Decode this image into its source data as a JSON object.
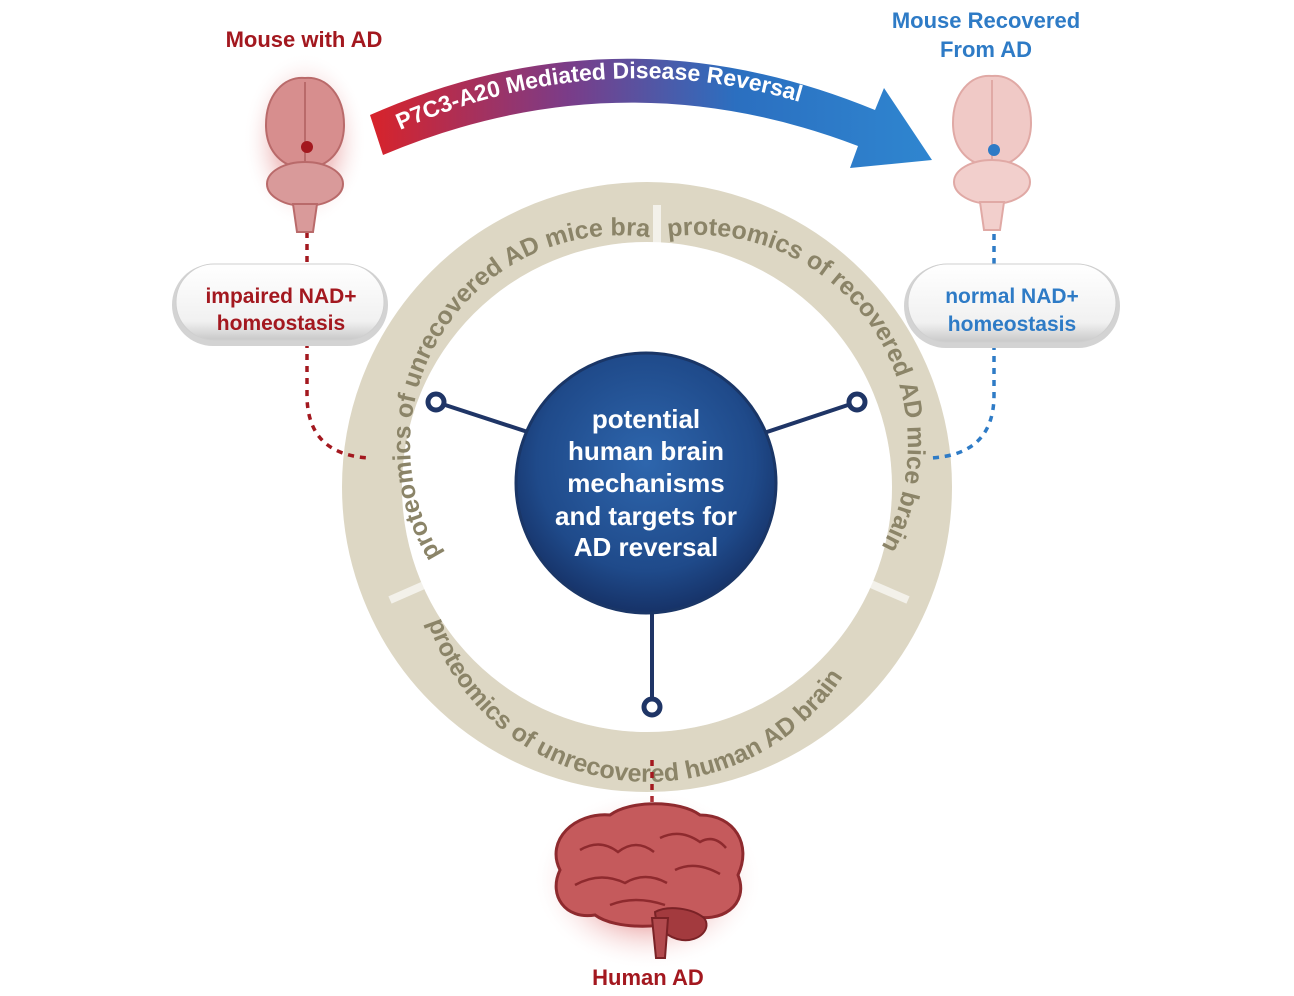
{
  "titles": {
    "mouse_ad": "Mouse with AD",
    "mouse_recovered_line1": "Mouse Recovered",
    "mouse_recovered_line2": "From AD",
    "human_ad": "Human AD"
  },
  "arrow": {
    "label": "P7C3-A20 Mediated Disease Reversal"
  },
  "pills": {
    "left_line1": "impaired NAD+",
    "left_line2": "homeostasis",
    "right_line1": "normal NAD+",
    "right_line2": "homeostasis"
  },
  "ring": {
    "segment_left": "proteomics of unrecovered AD mice brain",
    "segment_right": "proteomics of recovered AD mice brain",
    "segment_bottom": "proteomics of unrecovered human AD brain"
  },
  "center": {
    "line1": "potential",
    "line2": "human brain",
    "line3": "mechanisms",
    "line4": "and targets for",
    "line5": "AD reversal"
  },
  "colors": {
    "ad_red": "#a3181f",
    "recovered_blue": "#2e7bc6",
    "ring_beige": "#ddd7c4",
    "ring_text": "#8b8468",
    "center_navy": "#1d3e78",
    "connector_navy": "#1f3566"
  }
}
